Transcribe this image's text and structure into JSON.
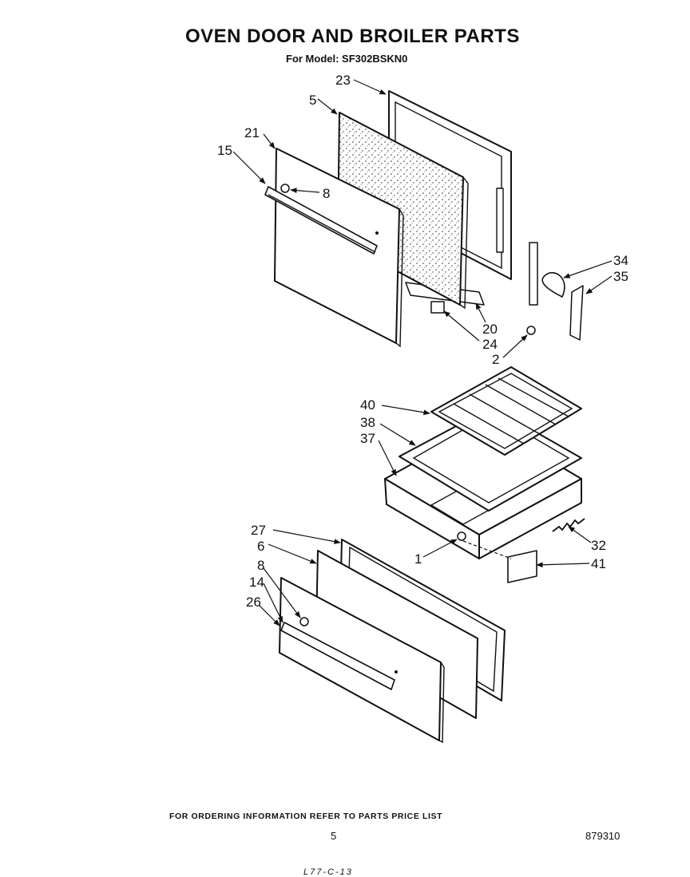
{
  "title": "OVEN DOOR AND BROILER PARTS",
  "model_line": "For Model: SF302BSKN0",
  "footer_note": "FOR ORDERING INFORMATION REFER TO PARTS PRICE LIST",
  "page_number": "5",
  "diagram_code": "879310",
  "handwritten_note": "L77-C-13",
  "callouts": {
    "c23": "23",
    "c5": "5",
    "c21": "21",
    "c15": "15",
    "c8a": "8",
    "c34": "34",
    "c35": "35",
    "c20": "20",
    "c24": "24",
    "c2": "2",
    "c40": "40",
    "c38": "38",
    "c37": "37",
    "c27": "27",
    "c6": "6",
    "c8b": "8",
    "c14": "14",
    "c26": "26",
    "c1": "1",
    "c32": "32",
    "c41": "41"
  }
}
